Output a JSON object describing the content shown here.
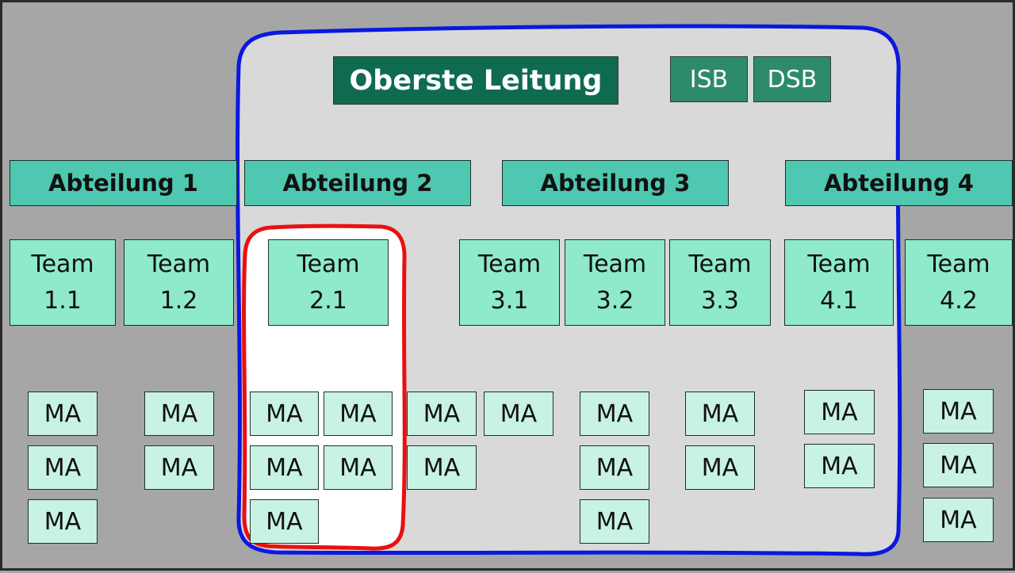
{
  "top": {
    "label": "Oberste Leitung"
  },
  "staff": [
    {
      "label": "ISB"
    },
    {
      "label": "DSB"
    }
  ],
  "departments": [
    {
      "label": "Abteilung 1"
    },
    {
      "label": "Abteilung 2"
    },
    {
      "label": "Abteilung 3"
    },
    {
      "label": "Abteilung 4"
    }
  ],
  "teams": [
    {
      "label": "Team\n1.1"
    },
    {
      "label": "Team\n1.2"
    },
    {
      "label": "Team\n2.1"
    },
    {
      "label": "Team\n3.1"
    },
    {
      "label": "Team\n3.2"
    },
    {
      "label": "Team\n3.3"
    },
    {
      "label": "Team\n4.1"
    },
    {
      "label": "Team\n4.2"
    }
  ],
  "employee_label": "MA",
  "colors": {
    "background": "#a6a6a6",
    "scope_fill": "#d9d9d9",
    "scope_outline": "#0a18e0",
    "highlight_outline": "#ea1010",
    "top_fill": "#0f6b50",
    "department_fill": "#4ec8b0",
    "team_fill": "#8eeac8",
    "employee_fill": "#c8f2e2"
  }
}
